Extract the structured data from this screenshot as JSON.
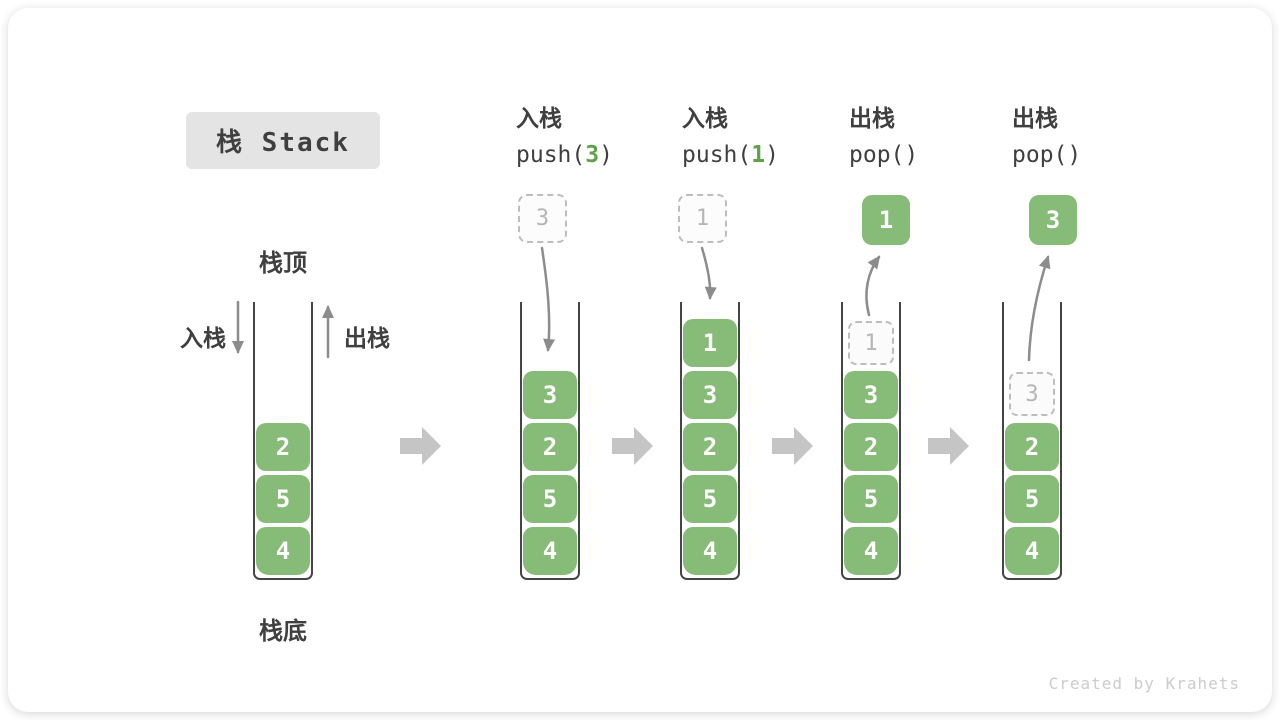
{
  "title": "栈 Stack",
  "labels": {
    "stack_top": "栈顶",
    "stack_bottom": "栈底",
    "push": "入栈",
    "pop": "出栈"
  },
  "operations": [
    {
      "name": "入栈",
      "fn": "push(",
      "arg": "3",
      "close": ")"
    },
    {
      "name": "入栈",
      "fn": "push(",
      "arg": "1",
      "close": ")"
    },
    {
      "name": "出栈",
      "fn": "pop(",
      "arg": "",
      "close": ")"
    },
    {
      "name": "出栈",
      "fn": "pop(",
      "arg": "",
      "close": ")"
    }
  ],
  "stacks": [
    {
      "cells": [
        "2",
        "5",
        "4"
      ]
    },
    {
      "floating": "3",
      "floating_style": "dashed",
      "cells": [
        "3",
        "2",
        "5",
        "4"
      ]
    },
    {
      "floating": "1",
      "floating_style": "dashed",
      "cells": [
        "1",
        "3",
        "2",
        "5",
        "4"
      ]
    },
    {
      "floating": "1",
      "floating_style": "solid",
      "ghost": "1",
      "cells": [
        "3",
        "2",
        "5",
        "4"
      ]
    },
    {
      "floating": "3",
      "floating_style": "solid",
      "ghost": "3",
      "cells": [
        "2",
        "5",
        "4"
      ]
    }
  ],
  "watermark": "Created by Krahets",
  "colors": {
    "cell_green": "#87BB78",
    "arg_green": "#5FA24C",
    "text_dark": "#3F3F3F",
    "wall_dark": "#454545",
    "arrow_gray": "#8C8C8C",
    "block_arrow_gray": "#C5C5C5",
    "dashed_border": "#BDBDBD",
    "dashed_text": "#B5B5B5",
    "title_bg": "#E4E4E4",
    "watermark_gray": "#CCCCCC"
  }
}
